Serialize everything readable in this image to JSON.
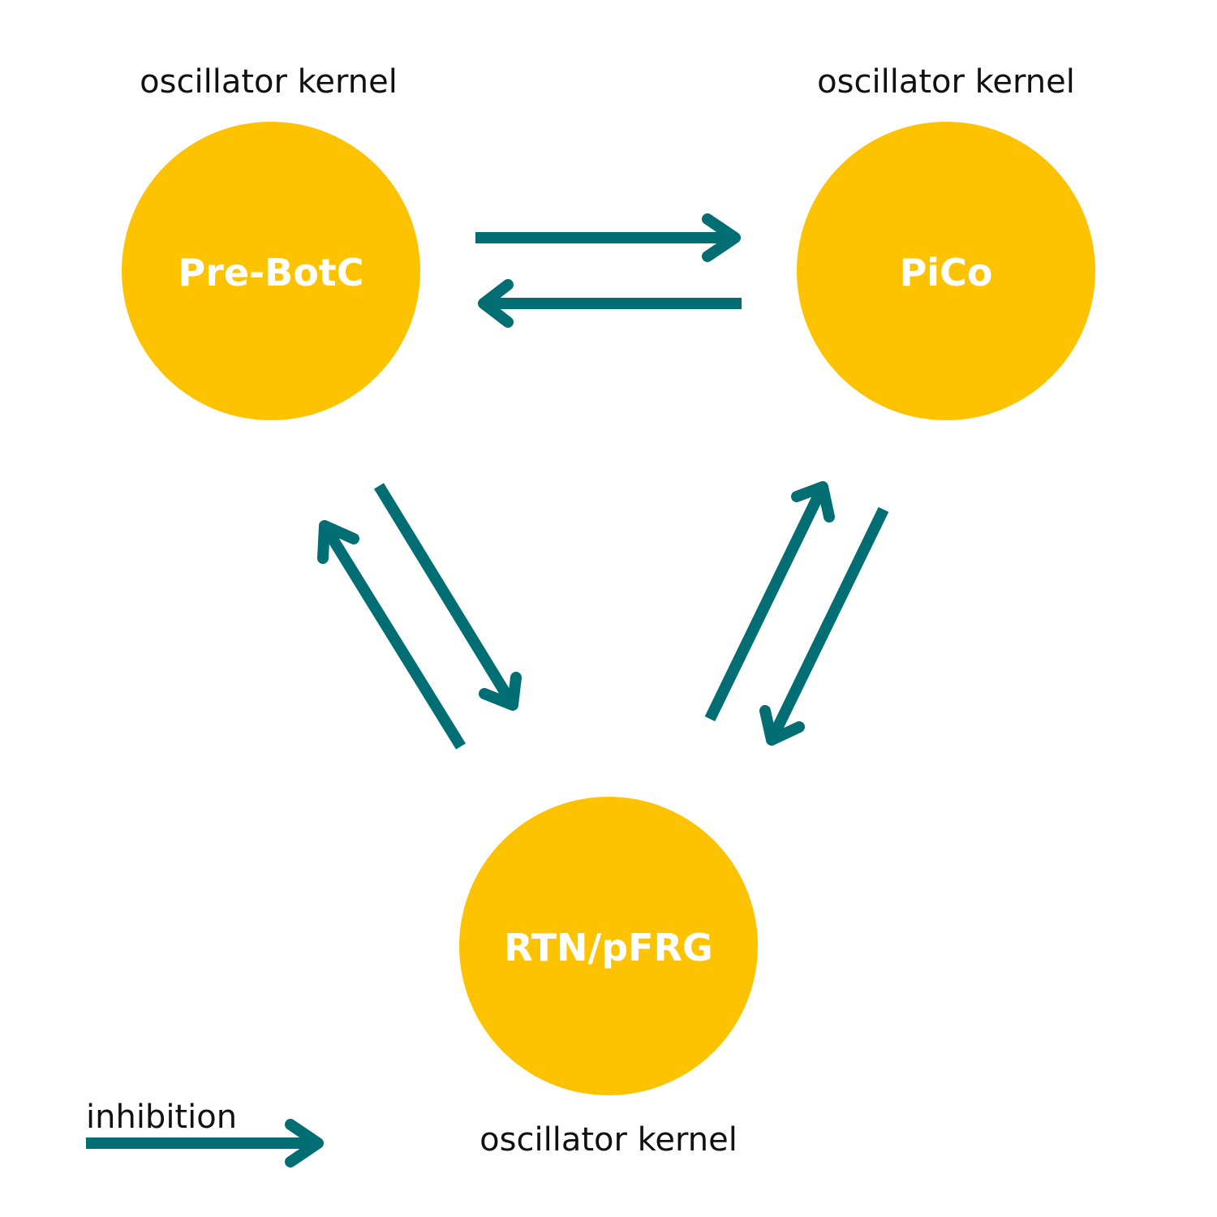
{
  "colors": {
    "node_fill": "#FDC300",
    "arrow": "#006E73",
    "node_text": "#FFFFFF",
    "label_text": "#111111",
    "background": "#FFFFFF"
  },
  "nodes": [
    {
      "id": "prebotc",
      "label": "Pre-BotC",
      "kernel_label": "oscillator kernel"
    },
    {
      "id": "pico",
      "label": "PiCo",
      "kernel_label": "oscillator kernel"
    },
    {
      "id": "rtn",
      "label": "RTN/pFRG",
      "kernel_label": "oscillator kernel"
    }
  ],
  "connections": [
    {
      "from": "Pre-BotC",
      "to": "PiCo"
    },
    {
      "from": "PiCo",
      "to": "Pre-BotC"
    },
    {
      "from": "Pre-BotC",
      "to": "RTN/pFRG"
    },
    {
      "from": "RTN/pFRG",
      "to": "Pre-BotC"
    },
    {
      "from": "RTN/pFRG",
      "to": "PiCo"
    },
    {
      "from": "PiCo",
      "to": "RTN/pFRG"
    }
  ],
  "legend": {
    "label": "inhibition",
    "icon": "right-arrow-icon"
  }
}
